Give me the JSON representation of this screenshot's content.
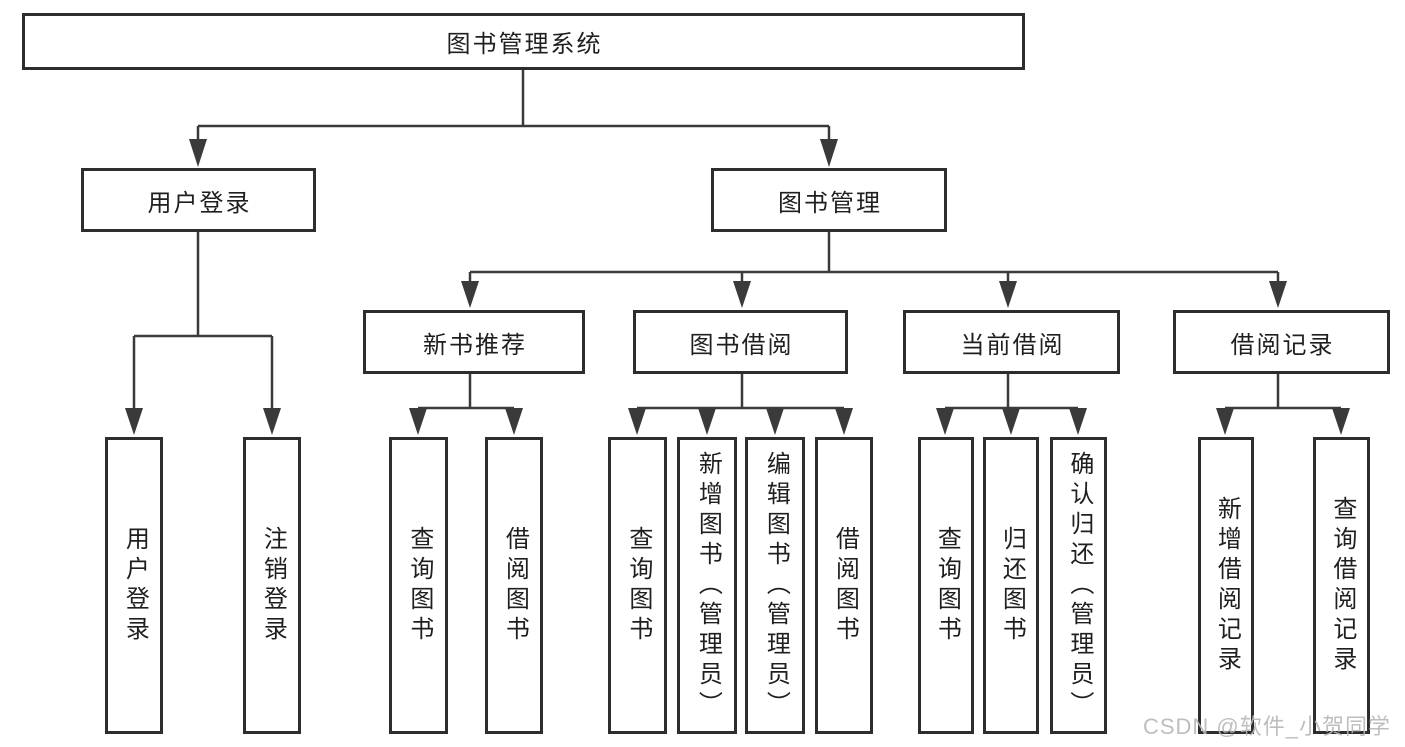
{
  "diagram": {
    "root": {
      "label": "图书管理系统"
    },
    "level2": [
      {
        "label": "用户登录"
      },
      {
        "label": "图书管理"
      }
    ],
    "level3": [
      {
        "label": "新书推荐"
      },
      {
        "label": "图书借阅"
      },
      {
        "label": "当前借阅"
      },
      {
        "label": "借阅记录"
      }
    ],
    "leaves": [
      {
        "group": "用户登录",
        "label": "用户登录"
      },
      {
        "group": "用户登录",
        "label": "注销登录"
      },
      {
        "group": "新书推荐",
        "label": "查询图书"
      },
      {
        "group": "新书推荐",
        "label": "借阅图书"
      },
      {
        "group": "图书借阅",
        "label": "查询图书"
      },
      {
        "group": "图书借阅",
        "label": "新增图书（管理员）"
      },
      {
        "group": "图书借阅",
        "label": "编辑图书（管理员）"
      },
      {
        "group": "图书借阅",
        "label": "借阅图书"
      },
      {
        "group": "当前借阅",
        "label": "查询图书"
      },
      {
        "group": "当前借阅",
        "label": "归还图书"
      },
      {
        "group": "当前借阅",
        "label": "确认归还（管理员）"
      },
      {
        "group": "借阅记录",
        "label": "新增借阅记录"
      },
      {
        "group": "借阅记录",
        "label": "查询借阅记录"
      }
    ]
  },
  "watermark": {
    "text": "CSDN @软件_小贺同学"
  },
  "colors": {
    "line": "#3a3a3a",
    "box_border": "#2d2d2d",
    "text": "#1f1f1f",
    "watermark": "#b7b7b7",
    "background": "#ffffff"
  }
}
